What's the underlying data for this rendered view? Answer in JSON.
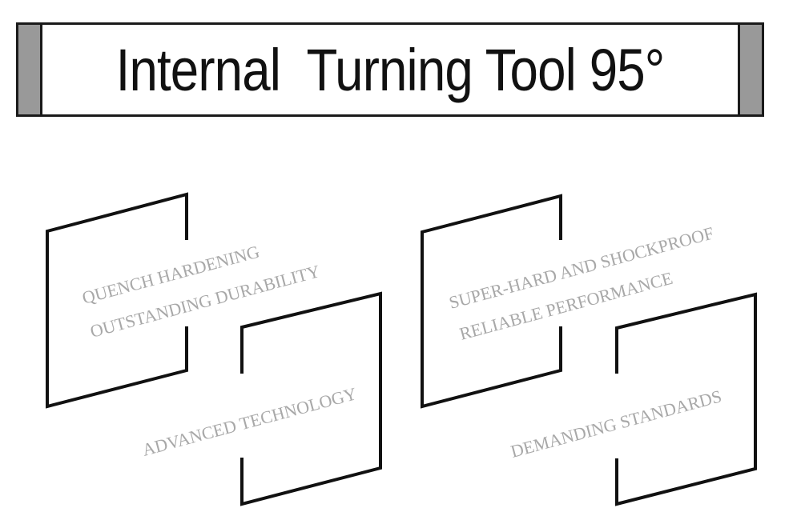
{
  "header": {
    "title": "Internal  Turning Tool 95°"
  },
  "colors": {
    "frame": "#111111",
    "caption_text": "#a8a8a8",
    "banner_cap": "#999999"
  },
  "panels": {
    "left": {
      "line1": "QUENCH HARDENING",
      "line2": "OUTSTANDING DURABILITY",
      "line3": "ADVANCED TECHNOLOGY"
    },
    "right": {
      "line1": "SUPER-HARD AND SHOCKPROOF",
      "line2": "RELIABLE PERFORMANCE",
      "line3": "DEMANDING STANDARDS"
    }
  }
}
